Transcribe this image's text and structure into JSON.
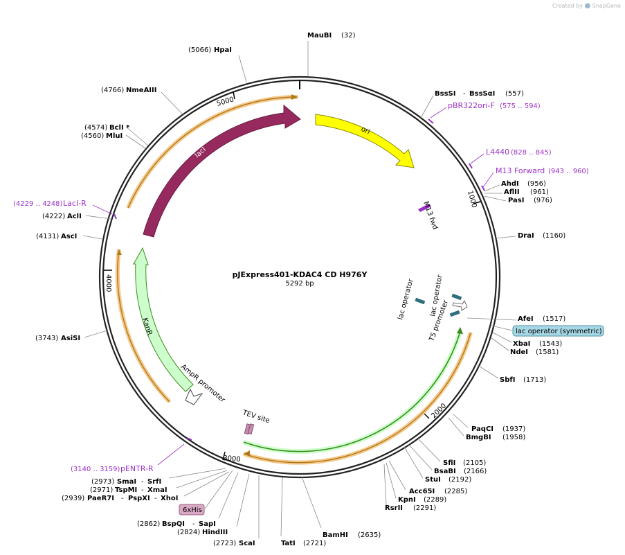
{
  "brand": {
    "created_by": "Created by",
    "logo": "SnapGene"
  },
  "plasmid": {
    "name": "pJExpress401-KDAC4 CD H976Y",
    "length_label": "5292 bp"
  },
  "ticks": {
    "t1000": "1000",
    "t2000": "2000",
    "t3000": "3000",
    "t4000": "4000",
    "t5000": "5000"
  },
  "sites": {
    "maubi": {
      "name": "MauBI",
      "pos": "(32)"
    },
    "hpai": {
      "name": "HpaI",
      "pos": "(5066)"
    },
    "nmeaiii": {
      "name": "NmeAIII",
      "pos": "(4766)"
    },
    "bcli": {
      "name": "BclI *",
      "pos": "(4574)"
    },
    "mlui": {
      "name": "MluI",
      "pos": "(4560)"
    },
    "acli": {
      "name": "AclI",
      "pos": "(4222)"
    },
    "asci": {
      "name": "AscI",
      "pos": "(4131)"
    },
    "asisi": {
      "name": "AsiSI",
      "pos": "(3743)"
    },
    "bsssi": {
      "name": "BssSI",
      "sep": "-",
      "name2": "BssSαI",
      "pos": "(557)"
    },
    "ahdi": {
      "name": "AhdI",
      "pos": "(956)"
    },
    "aflii": {
      "name": "AflII",
      "pos": "(961)"
    },
    "pasi": {
      "name": "PasI",
      "pos": "(976)"
    },
    "drai": {
      "name": "DraI",
      "pos": "(1160)"
    },
    "afei": {
      "name": "AfeI",
      "pos": "(1517)"
    },
    "xbai": {
      "name": "XbaI",
      "pos": "(1543)"
    },
    "ndei": {
      "name": "NdeI",
      "pos": "(1581)"
    },
    "sbfi": {
      "name": "SbfI",
      "pos": "(1713)"
    },
    "paqci": {
      "name": "PaqCI",
      "pos": "(1937)"
    },
    "bmgbi": {
      "name": "BmgBI",
      "pos": "(1958)"
    },
    "sfii": {
      "name": "SfiI",
      "pos": "(2105)"
    },
    "bsabi": {
      "name": "BsaBI",
      "pos": "(2166)"
    },
    "stui": {
      "name": "StuI",
      "pos": "(2192)"
    },
    "acc65i": {
      "name": "Acc65I",
      "pos": "(2285)"
    },
    "kpni": {
      "name": "KpnI",
      "pos": "(2289)"
    },
    "rsrii": {
      "name": "RsrII",
      "pos": "(2291)"
    },
    "bamhi": {
      "name": "BamHI",
      "pos": "(2635)"
    },
    "tati": {
      "name": "TatI",
      "pos": "(2721)"
    },
    "scai": {
      "name": "ScaI",
      "pos": "(2723)"
    },
    "hindiii": {
      "name": "HindIII",
      "pos": "(2824)"
    },
    "bspqi": {
      "name": "BspQI",
      "sep": "-",
      "name2": "SapI",
      "pos": "(2862)"
    },
    "smai": {
      "name": "SmaI",
      "sep": "-",
      "name2": "SrfI",
      "pos": "(2973)"
    },
    "tspmi": {
      "name": "TspMI",
      "sep": "-",
      "name2": "XmaI",
      "pos": "(2971)"
    },
    "paer7i": {
      "name": "PaeR7I",
      "sep": "-",
      "name2": "PspXI",
      "sep2": "-",
      "name3": "XhoI",
      "pos": "(2939)"
    }
  },
  "primers": {
    "pbr322": {
      "name": "pBR322ori-F",
      "range": "(575 .. 594)"
    },
    "l4440": {
      "name": "L4440",
      "range": "(828 .. 845)"
    },
    "m13fwd": {
      "name": "M13 Forward",
      "range": "(943 .. 960)"
    },
    "lacir": {
      "name": "LacI-R",
      "range": "(4229 .. 4248)"
    },
    "pentr": {
      "name": "pENTR-R",
      "range": "(3140 .. 3159)"
    }
  },
  "features": {
    "laci": "lacI",
    "ori": "ori",
    "kanr": "KanR",
    "ampr_promoter": "AmpR promoter",
    "m13_fwd": "M13 fwd",
    "lac_operator_1": "lac operator",
    "lac_operator_2": "lac operator",
    "t5_promoter": "T5 promoter",
    "tev_site": "TEV site",
    "his_tag": "6xHis",
    "lac_operator_symmetric": "lac operator (symmetric)"
  },
  "colors": {
    "laci": "#96295e",
    "ori": "#ffff00",
    "kanr": "#ccffcc",
    "orf_fill": "#f5c88a",
    "orf_stroke": "#b07a1a",
    "cds_green": "#3a8a1a",
    "primer": "#9b30c8",
    "operator": "#2e6e7e",
    "his_fill": "#d9a9c4",
    "symm_fill": "#a7d8e5"
  }
}
